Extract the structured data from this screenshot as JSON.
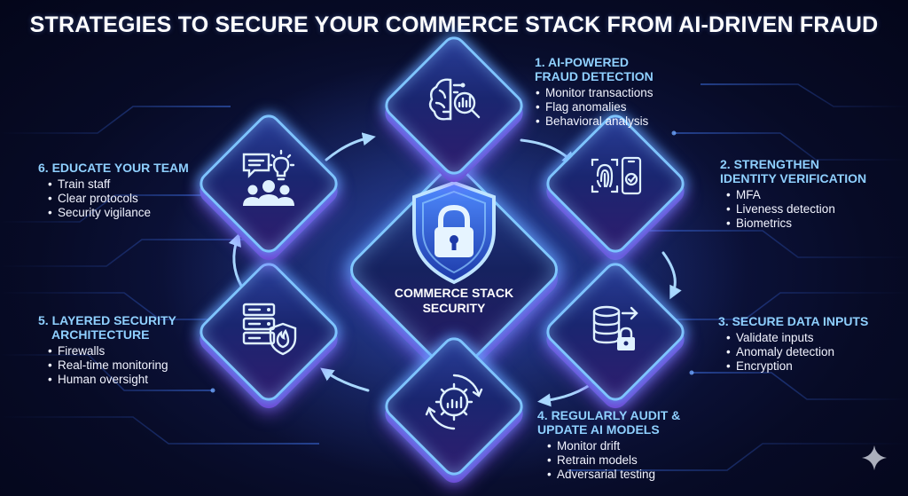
{
  "title": "STRATEGIES TO SECURE YOUR COMMERCE STACK FROM AI-DRIVEN FRAUD",
  "center": {
    "label_line1": "COMMERCE STACK",
    "label_line2": "SECURITY",
    "icon": "shield-lock-icon"
  },
  "colors": {
    "heading": "#8fd0ff",
    "tile_border": "#7ec4ff",
    "tile_shadow": "#6f3fd0",
    "background": "#070b26"
  },
  "steps": [
    {
      "heading_line1": "1. AI-POWERED",
      "heading_line2": "FRAUD DETECTION",
      "icon": "brain-analytics-icon",
      "items": [
        "Monitor transactions",
        "Flag anomalies",
        "Behavioral analysis"
      ]
    },
    {
      "heading_line1": "2. STRENGTHEN",
      "heading_line2": "IDENTITY VERIFICATION",
      "icon": "fingerprint-phone-icon",
      "items": [
        "MFA",
        "Liveness detection",
        "Biometrics"
      ]
    },
    {
      "heading_line1": "3. SECURE DATA INPUTS",
      "heading_line2": "",
      "icon": "database-lock-icon",
      "items": [
        "Validate inputs",
        "Anomaly detection",
        "Encryption"
      ]
    },
    {
      "heading_line1": "4. REGULARLY AUDIT &",
      "heading_line2": "UPDATE AI MODELS",
      "icon": "gear-refresh-icon",
      "items": [
        "Monitor drift",
        "Retrain models",
        "Adversarial testing"
      ]
    },
    {
      "heading_line1": "5. LAYERED SECURITY",
      "heading_line2": "ARCHITECTURE",
      "icon": "server-shield-icon",
      "items": [
        "Firewalls",
        "Real-time monitoring",
        "Human oversight"
      ]
    },
    {
      "heading_line1": "6. EDUCATE YOUR TEAM",
      "heading_line2": "",
      "icon": "team-idea-icon",
      "items": [
        "Train staff",
        "Clear protocols",
        "Security vigilance"
      ]
    }
  ]
}
